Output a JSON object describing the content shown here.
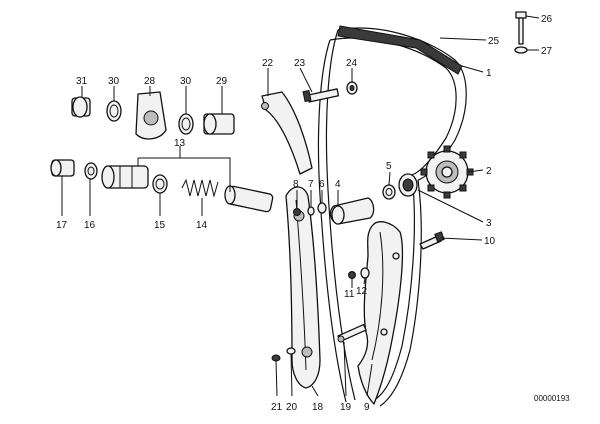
{
  "callouts": {
    "c1": "1",
    "c2": "2",
    "c3": "3",
    "c4": "4",
    "c5": "5",
    "c6": "6",
    "c7": "7",
    "c8": "8",
    "c9": "9",
    "c10": "10",
    "c11": "11",
    "c12": "12",
    "c13": "13",
    "c14": "14",
    "c15": "15",
    "c16": "16",
    "c17": "17",
    "c18": "18",
    "c19": "19",
    "c20": "20",
    "c21": "21",
    "c22": "22",
    "c23": "23",
    "c24": "24",
    "c25": "25",
    "c26": "26",
    "c27": "27",
    "c28": "28",
    "c29": "29",
    "c30a": "30",
    "c30b": "30",
    "c31": "31"
  },
  "reference_number": "00000193"
}
